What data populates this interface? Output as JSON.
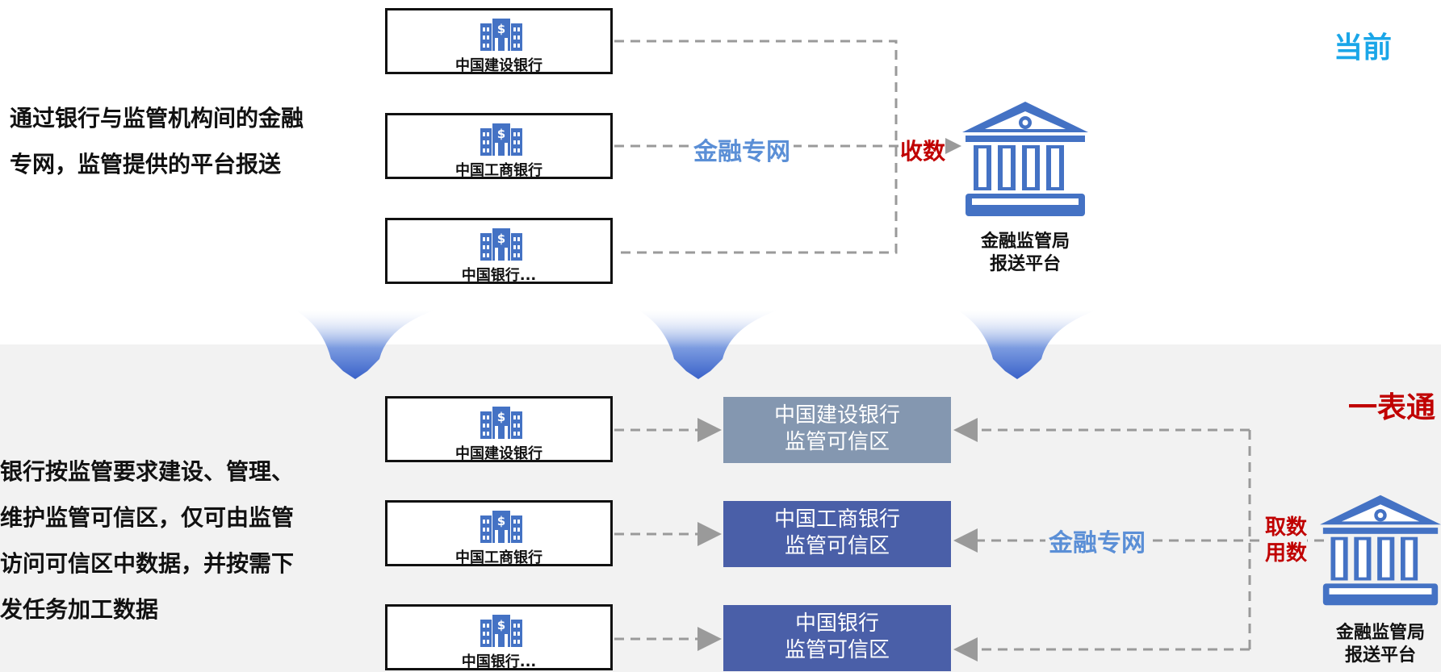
{
  "top": {
    "label": "当前",
    "description_lines": [
      "通过银行与监管机构间的金融",
      "专网，监管提供的平台报送"
    ],
    "banks": [
      "中国建设银行",
      "中国工商银行",
      "中国银行..."
    ],
    "network_label": "金融专网",
    "collect_label": "收数",
    "regulator_lines": [
      "金融监管局",
      "报送平台"
    ]
  },
  "bottom": {
    "label": "一表通",
    "description_lines": [
      "银行按监管要求建设、管理、",
      "维护监管可信区，仅可由监管",
      "访问可信区中数据，并按需下",
      "发任务加工数据"
    ],
    "banks": [
      "中国建设银行",
      "中国工商银行",
      "中国银行..."
    ],
    "zones": [
      {
        "line1": "中国建设银行",
        "line2": "监管可信区"
      },
      {
        "line1": "中国工商银行",
        "line2": "监管可信区"
      },
      {
        "line1": "中国银行",
        "line2": "监管可信区"
      }
    ],
    "network_label": "金融专网",
    "fetch_label_1": "取数",
    "fetch_label_2": "用数",
    "regulator_lines": [
      "金融监管局",
      "报送平台"
    ]
  },
  "colors": {
    "current_label": "#1aa6e8",
    "yibiaotong_label": "#c00000",
    "network_label": "#5b8fd6",
    "red_tag": "#c00000",
    "icon_blue": "#4472c4",
    "zone_gray": "#8497b0",
    "zone_blue": "#4a5fa8",
    "dashed_line": "#9a9a9a"
  },
  "icons": {
    "bank": "bank-building-icon",
    "regulator": "government-building-icon",
    "arrow": "down-funnel-arrow-icon"
  }
}
